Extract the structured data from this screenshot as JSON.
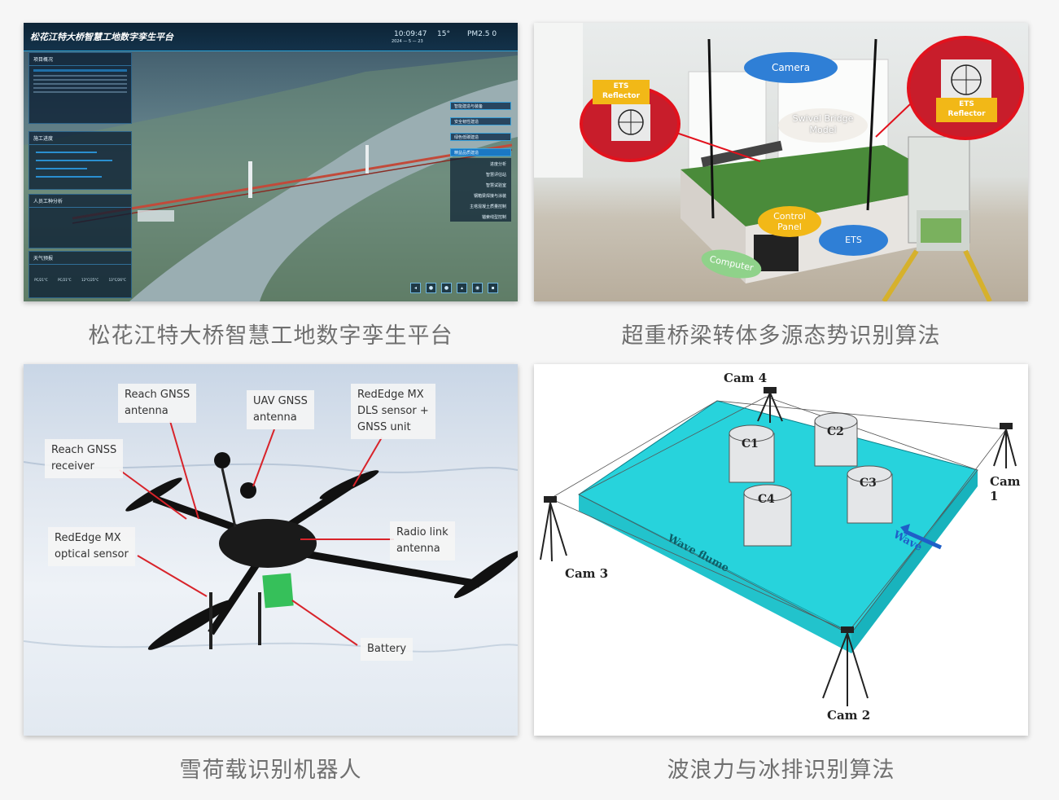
{
  "panels": [
    {
      "caption": "松花江特大桥智慧工地数字孪生平台",
      "dashboard": {
        "title": "松花江特大桥智慧工地数字孪生平台",
        "time": "10:09:47",
        "date": "2024 — 5 — 23",
        "temperature": "15°",
        "pm25": "PM2.5  0",
        "sections": [
          "项目概况",
          "施工进度",
          "人员工种分析",
          "天气预报"
        ],
        "menu": [
          "智能建造与装备",
          "安全韧性建造",
          "绿色低碳建造",
          "精益品质建造"
        ],
        "submenu": [
          "进度分析",
          "智慧评估站",
          "智慧试验室",
          "钢箱梁焊接与涂装",
          "主塔混凝土质量控制",
          "锚索线型控制"
        ],
        "weather": [
          "PC/21°C",
          "PC/21°C",
          "12°C/25°C",
          "13°C/26°C"
        ]
      }
    },
    {
      "caption": "超重桥梁转体多源态势识别算法",
      "callouts": {
        "ets_reflector_left": "ETS\nReflector",
        "camera": "Camera",
        "swivel": "Swivel Bridge\nModel",
        "ets_reflector_right": "ETS\nReflector",
        "control_panel": "Control\nPanel",
        "ets": "ETS",
        "computer": "Computer"
      },
      "colors": {
        "blue": "#2f7fd6",
        "yellow": "#f2b817",
        "green": "#8fd28a",
        "red": "#e2121d"
      }
    },
    {
      "caption": "雪荷载识别机器人",
      "labels": {
        "reach_gnss_antenna": "Reach GNSS\nantenna",
        "uav_gnss_antenna": "UAV GNSS\nantenna",
        "rededge_dls": "RedEdge MX\nDLS sensor +\nGNSS unit",
        "reach_gnss_receiver": "Reach GNSS\nreceiver",
        "radio_link": "Radio link\nantenna",
        "rededge_optical": "RedEdge MX\noptical sensor",
        "battery": "Battery"
      }
    },
    {
      "caption": "波浪力与冰排识别算法",
      "diagram": {
        "cams": [
          "Cam 4",
          "Cam 1",
          "Cam 3",
          "Cam 2"
        ],
        "cylinders": [
          "C1",
          "C2",
          "C3",
          "C4"
        ],
        "wave": "Wave",
        "wave_flume": "Wave flume",
        "tank_color": "#27d3dc"
      }
    }
  ]
}
